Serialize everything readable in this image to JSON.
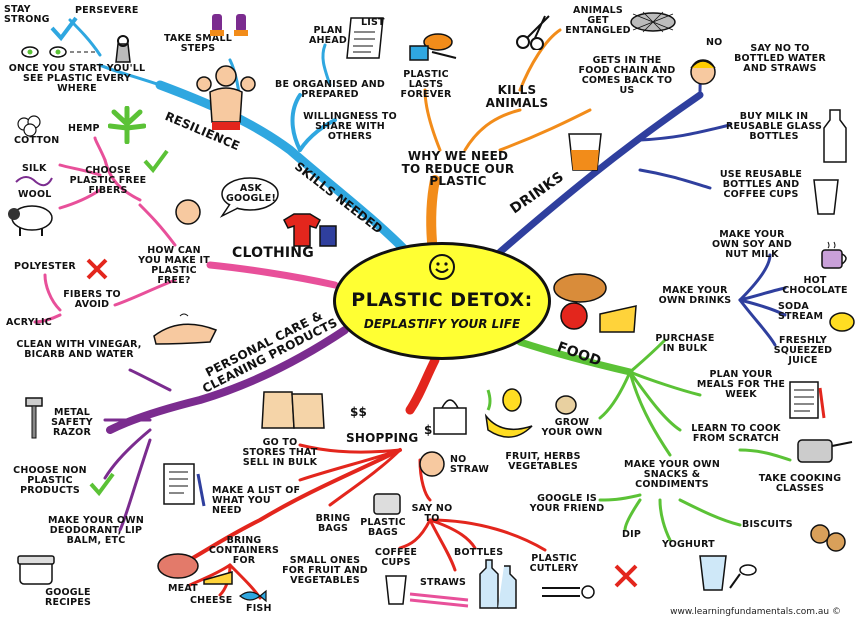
{
  "center": {
    "title": "PLASTIC DETOX:",
    "subtitle": "DEPLASTIFY YOUR LIFE"
  },
  "branch_colors": {
    "skills": "#2fa7e0",
    "why": "#f28c1a",
    "drinks": "#2f3f9e",
    "food": "#5bc236",
    "shopping": "#e3261d",
    "personal": "#7b2c8f",
    "clothing": "#e8509a",
    "resilience": "#2fa7e0"
  },
  "skills": {
    "branch": "SKILLS NEEDED",
    "resilience": "RESILIENCE",
    "stay_strong": "STAY STRONG",
    "persevere": "PERSEVERE",
    "once_start": "ONCE YOU START YOU'LL SEE PLASTIC EVERY WHERE",
    "small_steps": "TAKE SMALL STEPS",
    "plan_ahead": "PLAN AHEAD",
    "list": "LIST",
    "organised": "BE ORGANISED AND PREPARED",
    "willingness": "WILLINGNESS TO SHARE WITH OTHERS"
  },
  "why": {
    "branch": "WHY WE NEED TO REDUCE OUR PLASTIC",
    "lasts": "PLASTIC LASTS FOREVER",
    "kills": "KILLS ANIMALS",
    "entangled": "ANIMALS GET ENTANGLED",
    "food_chain": "GETS IN THE FOOD CHAIN AND COMES BACK TO US"
  },
  "drinks": {
    "branch": "DRINKS",
    "no": "NO",
    "say_no": "SAY NO TO BOTTLED WATER AND STRAWS",
    "milk": "BUY MILK IN REUSABLE GLASS BOTTLES",
    "reusable": "USE REUSABLE BOTTLES AND COFFEE CUPS",
    "soy": "MAKE YOUR OWN SOY AND NUT MILK",
    "own_drinks": "MAKE YOUR OWN DRINKS",
    "hot_choc": "HOT CHOCOLATE",
    "soda": "SODA STREAM",
    "juice": "FRESHLY SQUEEZED JUICE"
  },
  "food": {
    "branch": "FOOD",
    "bulk": "PURCHASE IN BULK",
    "plan_meals": "PLAN YOUR MEALS FOR THE WEEK",
    "cook": "LEARN TO COOK FROM SCRATCH",
    "classes": "TAKE COOKING CLASSES",
    "grow": "GROW YOUR OWN",
    "herbs": "FRUIT, HERBS VEGETABLES",
    "snacks": "MAKE YOUR OWN SNACKS & CONDIMENTS",
    "google": "GOOGLE IS YOUR FRIEND",
    "biscuits": "BISCUITS",
    "dip": "DIP",
    "yoghurt": "YOGHURT"
  },
  "shopping": {
    "branch": "SHOPPING",
    "dollars": "$$",
    "dollar": "$",
    "stores": "GO TO STORES THAT SELL IN BULK",
    "no_straw": "NO STRAW",
    "list": "MAKE A LIST OF WHAT YOU NEED",
    "bring_bags": "BRING BAGS",
    "plastic_bags": "PLASTIC BAGS",
    "say_no": "SAY NO TO",
    "coffee_cups": "COFFEE CUPS",
    "bottles": "BOTTLES",
    "cutlery": "PLASTIC CUTLERY",
    "straws": "STRAWS",
    "containers": "BRING CONTAINERS FOR",
    "small_ones": "SMALL ONES FOR FRUIT AND VEGETABLES",
    "meat": "MEAT",
    "cheese": "CHEESE",
    "fish": "FISH"
  },
  "personal": {
    "branch": "PERSONAL CARE & CLEANING PRODUCTS",
    "clean": "CLEAN WITH VINEGAR, BICARB AND WATER",
    "razor": "METAL SAFETY RAZOR",
    "choose": "CHOOSE NON PLASTIC PRODUCTS",
    "deodorant": "MAKE YOUR OWN DEODORANT, LIP BALM, ETC",
    "recipes": "GOOGLE RECIPES"
  },
  "clothing": {
    "branch": "CLOTHING",
    "how": "HOW CAN YOU MAKE IT PLASTIC FREE?",
    "ask": "ASK GOOGLE!",
    "choose": "CHOOSE PLASTIC FREE FIBERS",
    "hemp": "HEMP",
    "cotton": "COTTON",
    "silk": "SILK",
    "wool": "WOOL",
    "avoid": "FIBERS TO AVOID",
    "polyester": "POLYESTER",
    "acrylic": "ACRYLIC"
  },
  "footer": "www.learningfundamentals.com.au ©"
}
